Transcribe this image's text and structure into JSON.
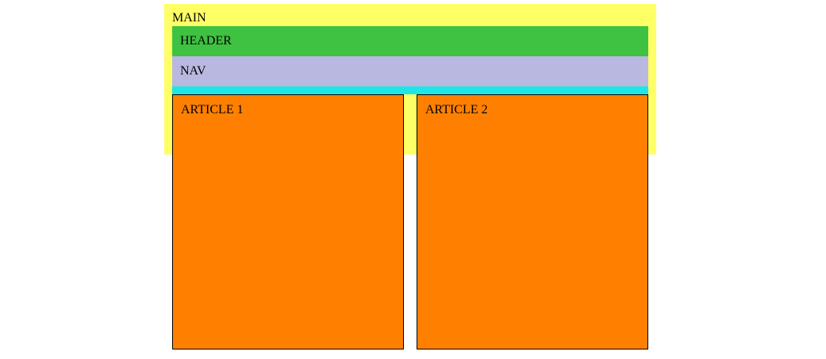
{
  "main": {
    "label": "MAIN",
    "color": "#ffff66"
  },
  "header": {
    "label": "HEADER",
    "color": "#3fc142"
  },
  "nav": {
    "label": "NAV",
    "color": "#b8b8e0"
  },
  "section": {
    "color": "#1fe6e6"
  },
  "aside": {
    "color": "#7ef000"
  },
  "articles": [
    {
      "label": "ARTICLE 1",
      "color": "#ff8000"
    },
    {
      "label": "ARTICLE 2",
      "color": "#ff8000"
    }
  ]
}
